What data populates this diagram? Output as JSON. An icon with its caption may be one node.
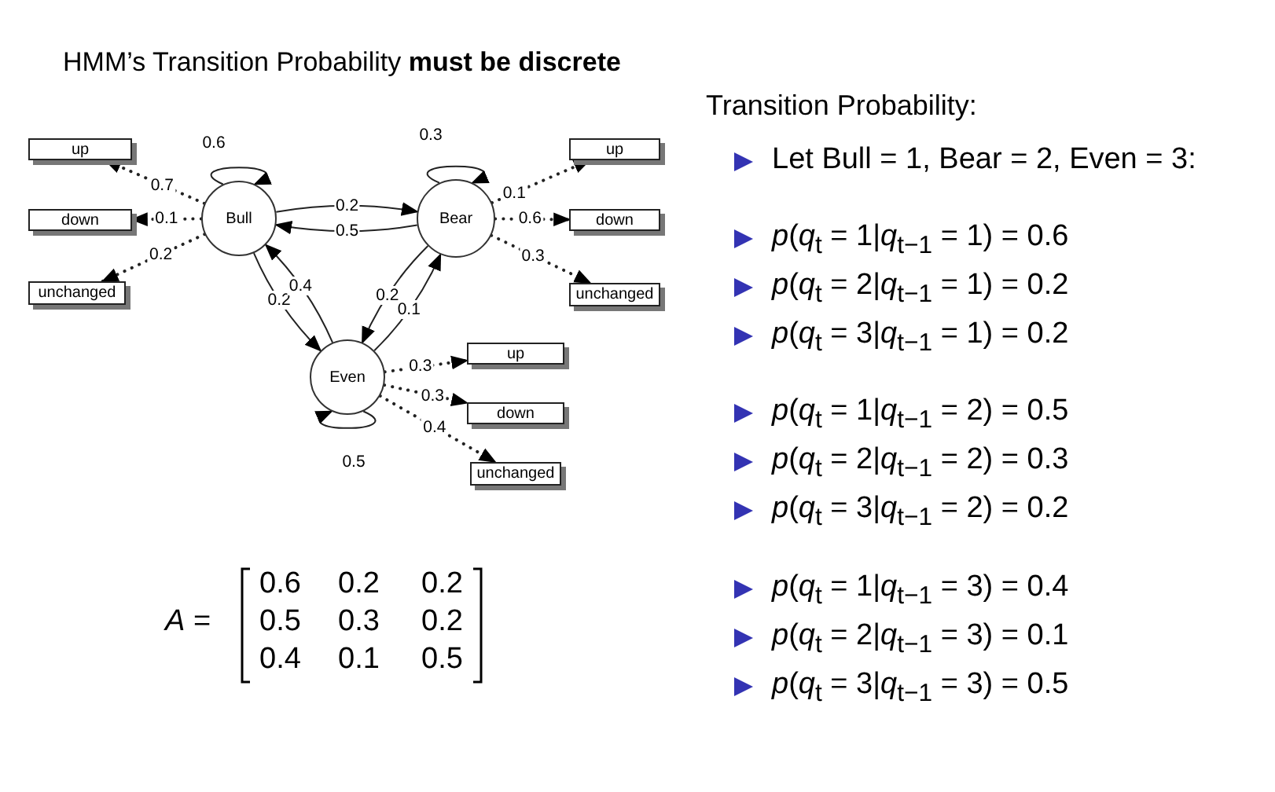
{
  "diagram": {
    "title": "HMM’s Transition Probability **must be discrete**",
    "nodes": [
      {
        "text": [
          "up"
        ]
      },
      {
        "text": [
          "down"
        ]
      },
      {
        "text": [
          "unchanged"
        ]
      },
      {
        "text": [
          "Bull"
        ]
      },
      {
        "text": [
          "Bear"
        ]
      },
      {
        "text": [
          "up"
        ]
      },
      {
        "text": [
          "down"
        ]
      },
      {
        "text": [
          "unchanged"
        ]
      },
      {
        "text": [
          "Even"
        ]
      },
      {
        "text": [
          "up"
        ]
      },
      {
        "text": [
          "down"
        ]
      },
      {
        "text": [
          "unchanged"
        ]
      }
    ],
    "edges": [
      {
        "from": 3,
        "to": 3,
        "arrow": "to",
        "label": "0.6"
      },
      {
        "from": 4,
        "to": 4,
        "arrow": "to",
        "label": "0.3"
      },
      {
        "from": 3,
        "to": 4,
        "arrow": "to",
        "label": "0.2"
      },
      {
        "from": 4,
        "to": 3,
        "arrow": "to",
        "label": "0.5"
      },
      {
        "from": 3,
        "to": 8,
        "arrow": "to",
        "label": "0.2"
      },
      {
        "from": 8,
        "to": 3,
        "arrow": "to",
        "label": "0.4"
      },
      {
        "from": 4,
        "to": 8,
        "arrow": "to",
        "label": "0.2"
      },
      {
        "from": 8,
        "to": 4,
        "arrow": "to",
        "label": "0.1"
      },
      {
        "from": 8,
        "to": 8,
        "arrow": "to",
        "label": "0.5"
      },
      {
        "from": 3,
        "to": 0,
        "arrow": "to",
        "label": "0.7",
        "style": "dashed"
      },
      {
        "from": 3,
        "to": 1,
        "arrow": "to",
        "label": "0.1",
        "style": "dashed"
      },
      {
        "from": 3,
        "to": 2,
        "arrow": "to",
        "label": "0.2",
        "style": "dashed"
      },
      {
        "from": 4,
        "to": 5,
        "arrow": "to",
        "label": "0.1",
        "style": "dashed"
      },
      {
        "from": 4,
        "to": 6,
        "arrow": "to",
        "label": "0.6",
        "style": "dashed"
      },
      {
        "from": 4,
        "to": 7,
        "arrow": "to",
        "label": "0.3",
        "style": "dashed"
      },
      {
        "from": 8,
        "to": 9,
        "arrow": "to",
        "label": "0.3",
        "style": "dashed"
      },
      {
        "from": 8,
        "to": 10,
        "arrow": "to",
        "label": "0.3",
        "style": "dashed"
      },
      {
        "from": 8,
        "to": 11,
        "arrow": "to",
        "label": "0.4",
        "style": "dashed"
      }
    ],
    "labels": [
      "Transition Probability:",
      "Let Bull = 1, Bear = 2, Even = 3:",
      "*p*(*q*$_{t}$ = 1|*q*$_{t−1}$ = 1) = 0.6",
      "*p*(*q*$_{t}$ = 2|*q*$_{t−1}$ = 1) = 0.2",
      "*p*(*q*$_{t}$ = 3|*q*$_{t−1}$ = 1) = 0.2",
      "*p*(*q*$_{t}$ = 1|*q*$_{t−1}$ = 2) = 0.5",
      "*p*(*q*$_{t}$ = 2|*q*$_{t−1}$ = 2) = 0.3",
      "*p*(*q*$_{t}$ = 3|*q*$_{t−1}$ = 2) = 0.2",
      "*p*(*q*$_{t}$ = 1|*q*$_{t−1}$ = 3) = 0.4",
      "*p*(*q*$_{t}$ = 2|*q*$_{t−1}$ = 3) = 0.1",
      "*p*(*q*$_{t}$ = 3|*q*$_{t−1}$ = 3) = 0.5",
      "*A* =",
      "0.6",
      "0.2",
      "0.2",
      "0.5",
      "0.3",
      "0.2",
      "0.4",
      "0.1",
      "0.5"
    ]
  }
}
